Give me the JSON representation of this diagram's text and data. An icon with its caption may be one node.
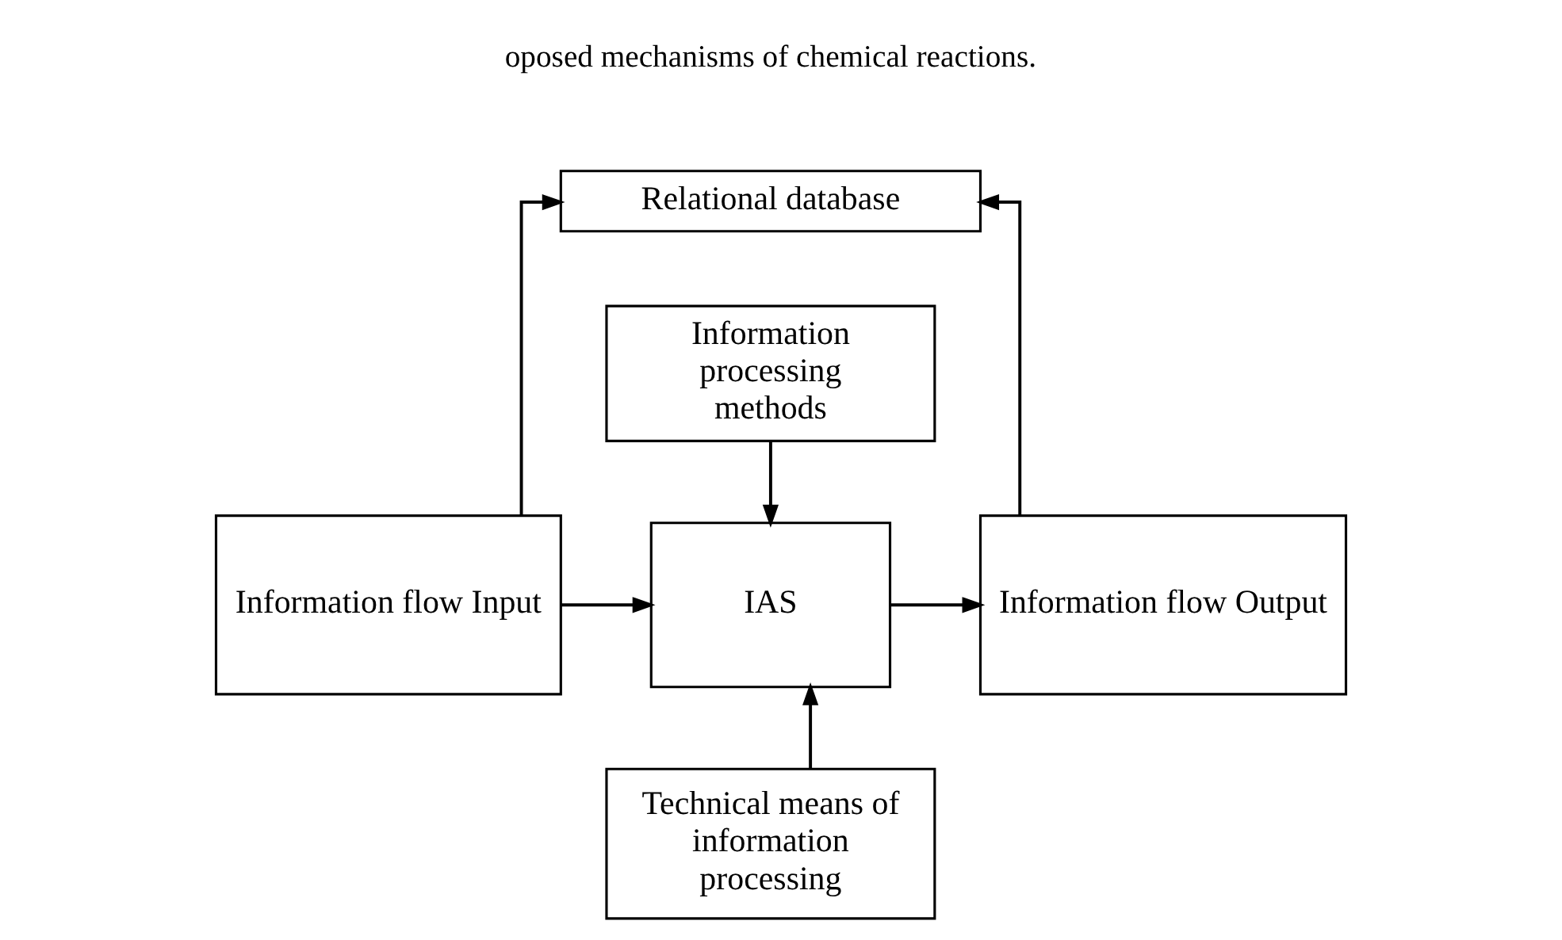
{
  "diagram": {
    "nodes": [
      {
        "text": [
          "Relational database"
        ]
      },
      {
        "text": [
          "Information processing methods"
        ]
      },
      {
        "text": [
          "Information flow Input"
        ]
      },
      {
        "text": [
          "IAS"
        ]
      },
      {
        "text": [
          "Information flow Output"
        ]
      },
      {
        "text": [
          "Technical means of information processing"
        ]
      }
    ],
    "edges": [
      {
        "from": 2,
        "to": 0,
        "arrow": "to"
      },
      {
        "from": 4,
        "to": 0,
        "arrow": "to"
      },
      {
        "from": 1,
        "to": 3,
        "arrow": "to"
      },
      {
        "from": 2,
        "to": 3,
        "arrow": "to"
      },
      {
        "from": 3,
        "to": 4,
        "arrow": "to"
      },
      {
        "from": 5,
        "to": 3,
        "arrow": "to"
      }
    ],
    "labels": [
      "oposed mechanisms of chemical reactions."
    ]
  }
}
